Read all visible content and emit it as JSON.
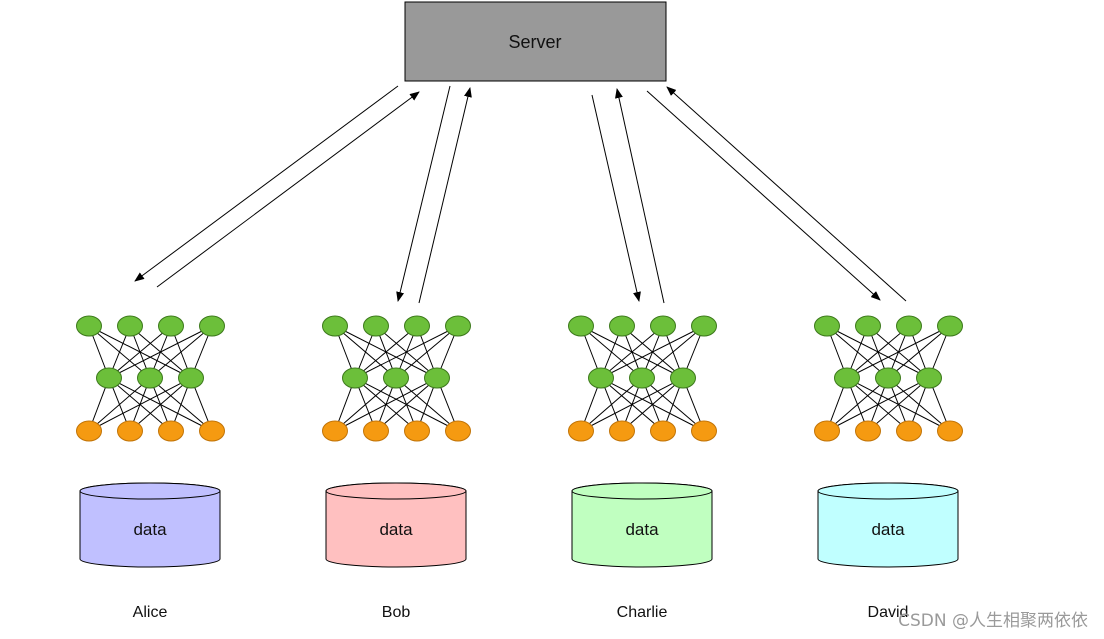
{
  "server": {
    "label": "Server",
    "fill": "#999999"
  },
  "clients": [
    {
      "name": "Alice",
      "db_label": "data",
      "db_color": "#c0c0ff"
    },
    {
      "name": "Bob",
      "db_label": "data",
      "db_color": "#ffc0c0"
    },
    {
      "name": "Charlie",
      "db_label": "data",
      "db_color": "#c0ffc0"
    },
    {
      "name": "David",
      "db_label": "data",
      "db_color": "#c0ffff"
    }
  ],
  "network": {
    "top_color": "#6cbf3a",
    "middle_color": "#6cbf3a",
    "bottom_color": "#f59a11"
  },
  "watermark": "CSDN @人生相聚两依依"
}
